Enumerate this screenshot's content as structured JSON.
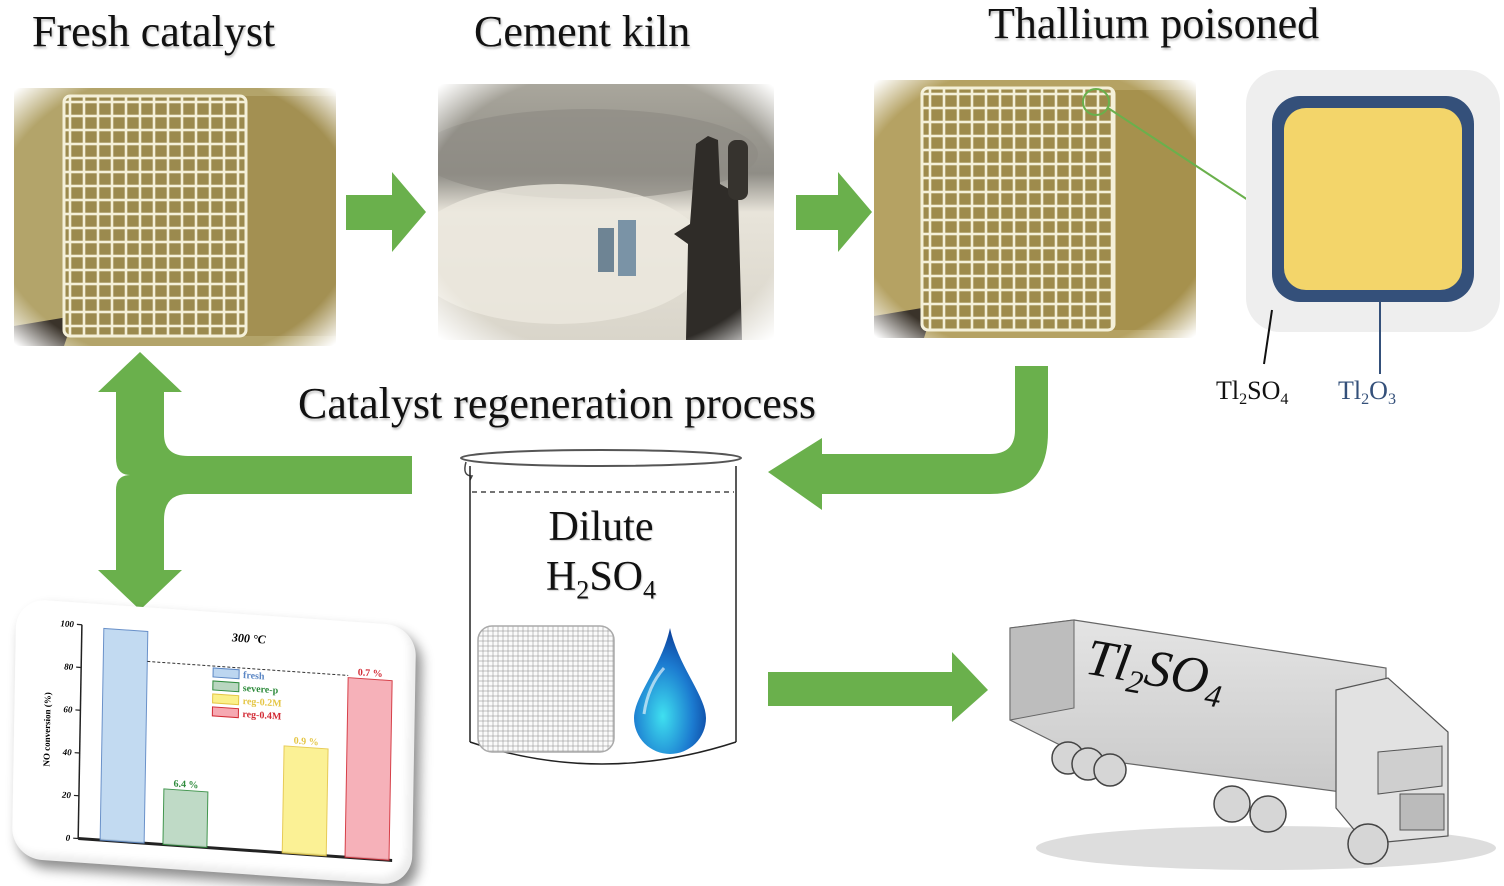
{
  "titles": {
    "fresh_catalyst": "Fresh catalyst",
    "cement_kiln": "Cement kiln",
    "thallium_poisoned": "Thallium poisoned",
    "regeneration": "Catalyst regeneration process"
  },
  "beaker": {
    "line1": "Dilute",
    "formula_main": "H",
    "formula_sub1": "2",
    "formula_mid": "SO",
    "formula_sub2": "4"
  },
  "inset": {
    "outer_label_main": "Tl",
    "outer_label_sub1": "2",
    "outer_label_mid": "SO",
    "outer_label_sub2": "4",
    "inner_label_main": "Tl",
    "inner_label_sub1": "2",
    "inner_label_mid": "O",
    "inner_label_sub2": "3"
  },
  "truck": {
    "label_main": "Tl",
    "label_sub1": "2",
    "label_mid": "SO",
    "label_sub2": "4"
  },
  "colors": {
    "arrow_green": "#6ab04c",
    "catalyst_tan": "#a8975a",
    "inset_navy": "#34507a",
    "inset_yellow": "#f3d56a",
    "inset_bg": "#eeeeee"
  },
  "chart_data": {
    "type": "bar",
    "title": "300 °C",
    "xlabel": "",
    "ylabel": "NO conversion (%)",
    "ylim": [
      0,
      100
    ],
    "yticks": [
      "0",
      "20",
      "40",
      "60",
      "80",
      "100"
    ],
    "reference_line": 85,
    "categories": [
      "fresh",
      "severe-p",
      "reg-0.2M",
      "reg-0.4M"
    ],
    "values": [
      99,
      26,
      50,
      84
    ],
    "bar_labels": [
      "",
      "6.4 %",
      "0.9 %",
      "0.7 %"
    ],
    "colors": [
      "#bcd6f0",
      "#b9d6c0",
      "#fbf08a",
      "#f6a9b2"
    ],
    "label_colors": [
      "#5a86c4",
      "#2e8b3c",
      "#e5c645",
      "#d22b35"
    ],
    "legend": [
      "fresh",
      "severe-p",
      "reg-0.2M",
      "reg-0.4M"
    ],
    "legend_position": "top-center",
    "grid": false
  }
}
